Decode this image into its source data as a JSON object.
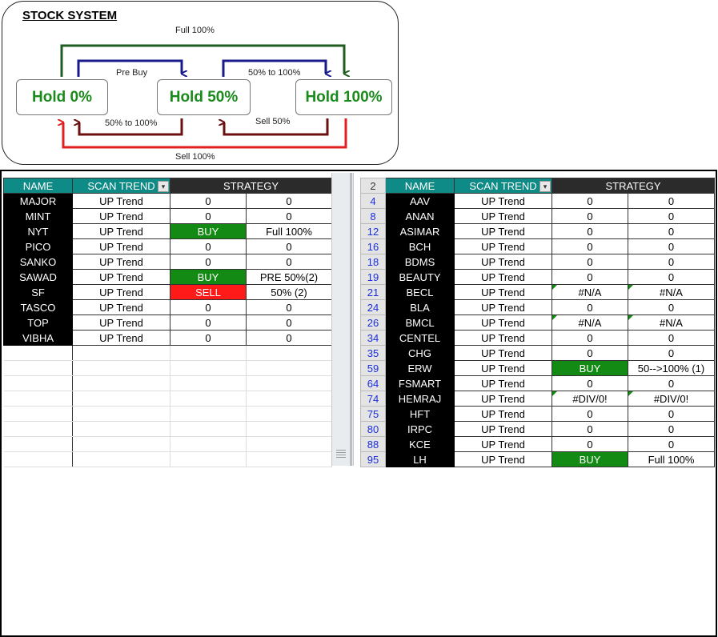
{
  "diagram": {
    "title": "STOCK SYSTEM",
    "states": [
      "Hold 0%",
      "Hold 50%",
      "Hold 100%"
    ],
    "labels": {
      "full": "Full 100%",
      "pre_buy": "Pre Buy",
      "fifty_to_hundred_top": "50% to 100%",
      "fifty_to_hundred_bottom": "50% to 100%",
      "sell_fifty": "Sell 50%",
      "sell_hundred": "Sell 100%"
    },
    "colors": {
      "green_arrow": "#1f5c1f",
      "blue_arrow": "#1a1a8c",
      "darkred_arrow": "#6b0f0f",
      "red_arrow": "#e02020",
      "state_text": "#1a8a1a"
    }
  },
  "left_table": {
    "headers": {
      "name": "NAME",
      "scan_trend": "SCAN TREND",
      "strategy": "STRATEGY",
      "filter_icon": "▾"
    },
    "rows": [
      {
        "name": "MAJOR",
        "trend": "UP Trend",
        "s1": "0",
        "s2": "0",
        "status": "none"
      },
      {
        "name": "MINT",
        "trend": "UP Trend",
        "s1": "0",
        "s2": "0",
        "status": "none"
      },
      {
        "name": "NYT",
        "trend": "UP Trend",
        "s1": "BUY",
        "s2": "Full 100%",
        "status": "buy"
      },
      {
        "name": "PICO",
        "trend": "UP Trend",
        "s1": "0",
        "s2": "0",
        "status": "none"
      },
      {
        "name": "SANKO",
        "trend": "UP Trend",
        "s1": "0",
        "s2": "0",
        "status": "none"
      },
      {
        "name": "SAWAD",
        "trend": "UP Trend",
        "s1": "BUY",
        "s2": "PRE 50%(2)",
        "status": "buy"
      },
      {
        "name": "SF",
        "trend": "UP Trend",
        "s1": "SELL",
        "s2": "50% (2)",
        "status": "sell"
      },
      {
        "name": "TASCO",
        "trend": "UP Trend",
        "s1": "0",
        "s2": "0",
        "status": "none"
      },
      {
        "name": "TOP",
        "trend": "UP Trend",
        "s1": "0",
        "s2": "0",
        "status": "none"
      },
      {
        "name": "VIBHA",
        "trend": "UP Trend",
        "s1": "0",
        "s2": "0",
        "status": "none"
      }
    ],
    "empty_rows": 8
  },
  "right_table": {
    "header_rownum": "2",
    "headers": {
      "name": "NAME",
      "scan_trend": "SCAN TREND",
      "strategy": "STRATEGY",
      "filter_icon": "▾"
    },
    "rows": [
      {
        "row": "4",
        "name": "AAV",
        "trend": "UP Trend",
        "s1": "0",
        "s2": "0",
        "status": "none"
      },
      {
        "row": "8",
        "name": "ANAN",
        "trend": "UP Trend",
        "s1": "0",
        "s2": "0",
        "status": "none"
      },
      {
        "row": "12",
        "name": "ASIMAR",
        "trend": "UP Trend",
        "s1": "0",
        "s2": "0",
        "status": "none"
      },
      {
        "row": "16",
        "name": "BCH",
        "trend": "UP Trend",
        "s1": "0",
        "s2": "0",
        "status": "none"
      },
      {
        "row": "18",
        "name": "BDMS",
        "trend": "UP Trend",
        "s1": "0",
        "s2": "0",
        "status": "none"
      },
      {
        "row": "19",
        "name": "BEAUTY",
        "trend": "UP Trend",
        "s1": "0",
        "s2": "0",
        "status": "none"
      },
      {
        "row": "21",
        "name": "BECL",
        "trend": "UP Trend",
        "s1": "#N/A",
        "s2": "#N/A",
        "status": "error"
      },
      {
        "row": "24",
        "name": "BLA",
        "trend": "UP Trend",
        "s1": "0",
        "s2": "0",
        "status": "none"
      },
      {
        "row": "26",
        "name": "BMCL",
        "trend": "UP Trend",
        "s1": "#N/A",
        "s2": "#N/A",
        "status": "error"
      },
      {
        "row": "34",
        "name": "CENTEL",
        "trend": "UP Trend",
        "s1": "0",
        "s2": "0",
        "status": "none"
      },
      {
        "row": "35",
        "name": "CHG",
        "trend": "UP Trend",
        "s1": "0",
        "s2": "0",
        "status": "none"
      },
      {
        "row": "59",
        "name": "ERW",
        "trend": "UP Trend",
        "s1": "BUY",
        "s2": "50-->100% (1)",
        "status": "buy"
      },
      {
        "row": "64",
        "name": "FSMART",
        "trend": "UP Trend",
        "s1": "0",
        "s2": "0",
        "status": "none"
      },
      {
        "row": "74",
        "name": "HEMRAJ",
        "trend": "UP Trend",
        "s1": "#DIV/0!",
        "s2": "#DIV/0!",
        "status": "error"
      },
      {
        "row": "75",
        "name": "HFT",
        "trend": "UP Trend",
        "s1": "0",
        "s2": "0",
        "status": "none"
      },
      {
        "row": "80",
        "name": "IRPC",
        "trend": "UP Trend",
        "s1": "0",
        "s2": "0",
        "status": "none"
      },
      {
        "row": "88",
        "name": "KCE",
        "trend": "UP Trend",
        "s1": "0",
        "s2": "0",
        "status": "none"
      },
      {
        "row": "95",
        "name": "LH",
        "trend": "UP Trend",
        "s1": "BUY",
        "s2": "Full 100%",
        "status": "buy"
      }
    ]
  }
}
